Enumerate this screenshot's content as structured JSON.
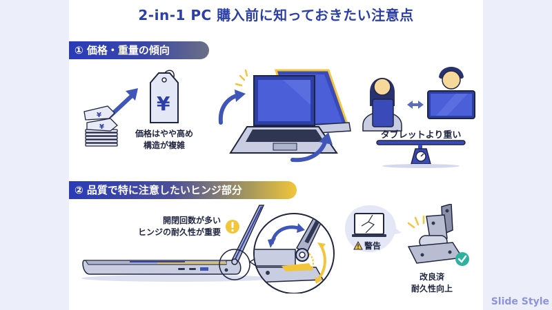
{
  "slide": {
    "title": "2-in-1 PC 購入前に知っておきたい注意点",
    "colors": {
      "primary": "#2c3fa6",
      "accent_yellow": "#f2c53a",
      "accent_teal": "#2bb3a0",
      "ink": "#1f2540",
      "background_band": "#eceff9"
    },
    "section1": {
      "label": "① 価格・重量の傾向",
      "price": {
        "icon": "yen-price-tag-icon",
        "caption_line1": "価格はやや高め",
        "caption_line2": "構造が複雑"
      },
      "convertible": {
        "icon": "convertible-laptop-icon"
      },
      "weight": {
        "icon": "scale-icon",
        "caption": "タブレットより重い"
      }
    },
    "section2": {
      "label": "② 品質で特に注意したいヒンジ部分",
      "hinge_note": {
        "caption_line1": "開閉回数が多い",
        "caption_line2": "ヒンジの耐久性が重要",
        "icon": "exclamation-icon"
      },
      "warning": {
        "icon": "warning-icon",
        "label": "警告"
      },
      "improved": {
        "icon": "check-icon",
        "caption_line1": "改良済",
        "caption_line2": "耐久性向上"
      }
    },
    "watermark": "Slide Style"
  }
}
